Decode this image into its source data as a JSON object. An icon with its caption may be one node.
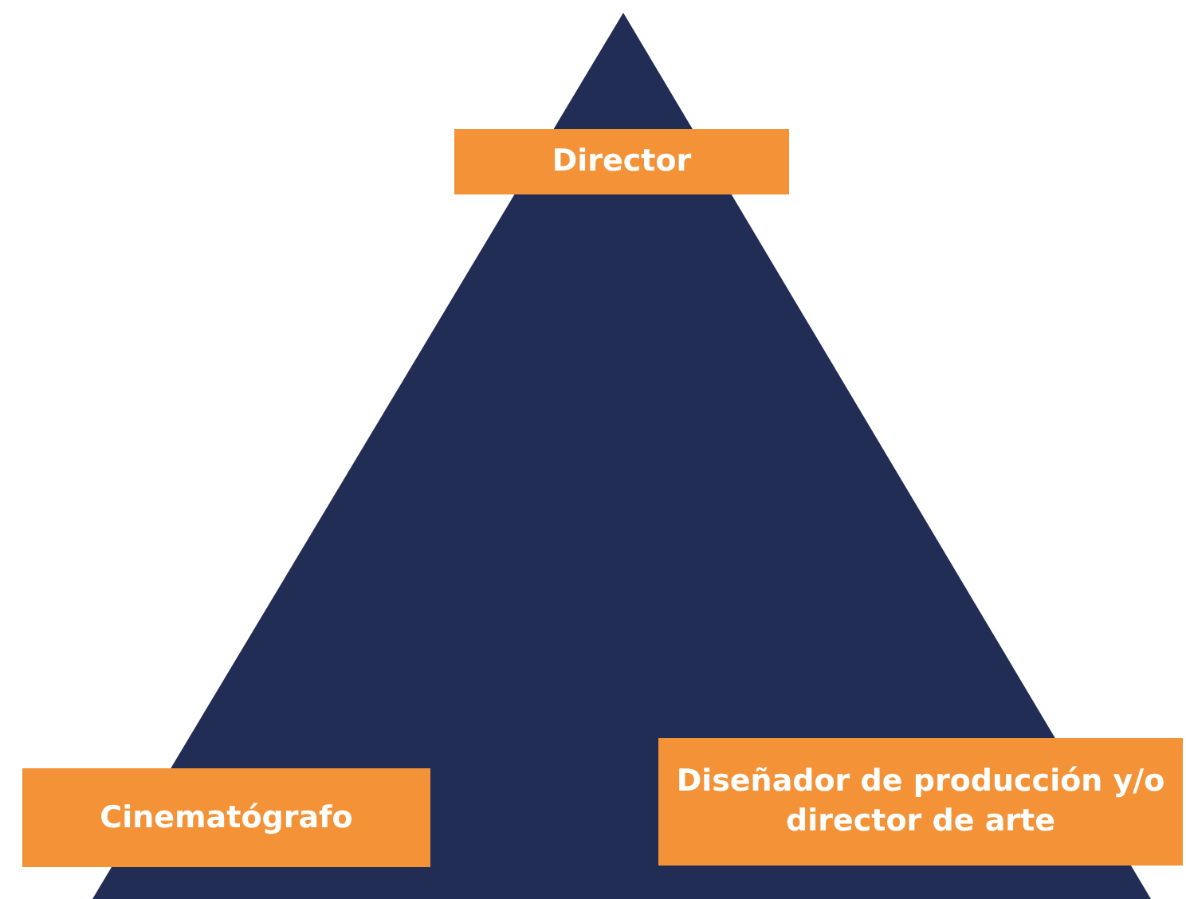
{
  "diagram": {
    "nodes": [
      {
        "text": [
          "Director"
        ]
      },
      {
        "text": [
          "Cinematógrafo"
        ]
      },
      {
        "text": [
          "Diseñador de producción y/o director de arte"
        ]
      }
    ]
  }
}
